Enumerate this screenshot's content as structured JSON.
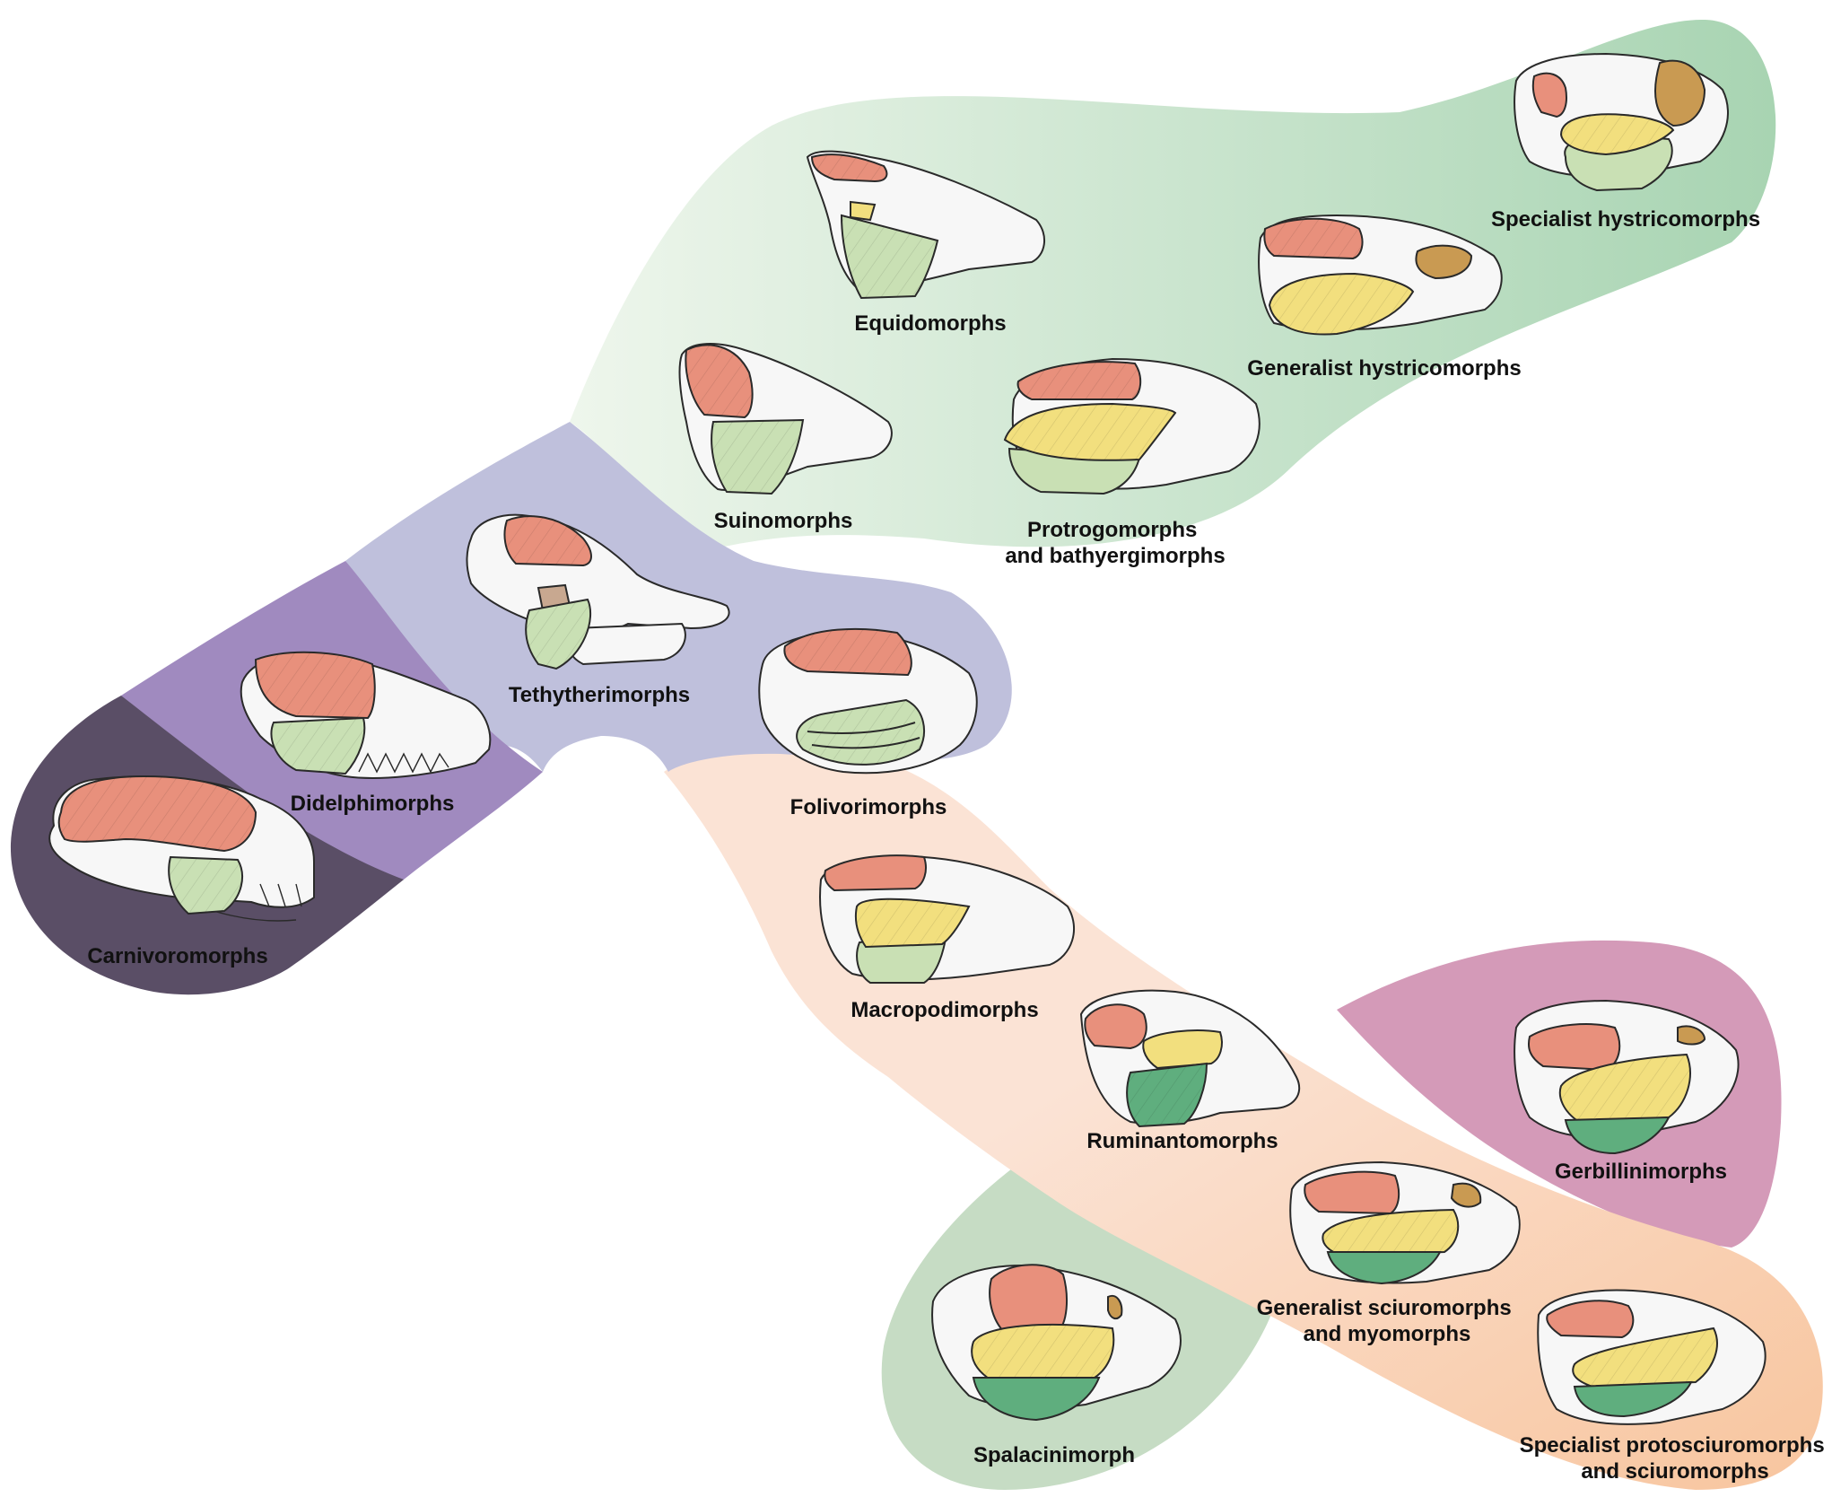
{
  "colors": {
    "carnivoromorph_region": "#5a4e66",
    "didelphimorph_region": "#a08abf",
    "tethytherimorph_region": "#bfc0dc",
    "equid_hystricomorph_region_light": "#eef6ec",
    "equid_hystricomorph_region_dark": "#a8d4b2",
    "macropodimorph_region": "#fbe3d5",
    "sciuromorph_region_dark": "#f8c59e",
    "gerbillinimorph_region": "#d49ab8",
    "spalacinimorph_region": "#c6dcc4",
    "temporalis": "#e8907c",
    "superficial_masseter": "#c9e0b4",
    "deep_masseter": "#f2df7e",
    "zygomaticomandibularis": "#5fae7e",
    "infraorbital_muscle": "#c99a52",
    "skull": "#f7f7f7"
  },
  "groups": [
    {
      "id": "carnivoromorphs",
      "label": [
        "Carnivoromorphs"
      ]
    },
    {
      "id": "didelphimorphs",
      "label": [
        "Didelphimorphs"
      ]
    },
    {
      "id": "tethytherimorphs",
      "label": [
        "Tethytherimorphs"
      ]
    },
    {
      "id": "folivorimorphs",
      "label": [
        "Folivorimorphs"
      ]
    },
    {
      "id": "suinomorphs",
      "label": [
        "Suinomorphs"
      ]
    },
    {
      "id": "equidomorphs",
      "label": [
        "Equidomorphs"
      ]
    },
    {
      "id": "protrogomorphs",
      "label": [
        "Protrogomorphs",
        "and bathyergimorphs"
      ]
    },
    {
      "id": "generalist-hystricomorphs",
      "label": [
        "Generalist hystricomorphs"
      ]
    },
    {
      "id": "specialist-hystricomorphs",
      "label": [
        "Specialist hystricomorphs"
      ]
    },
    {
      "id": "macropodimorphs",
      "label": [
        "Macropodimorphs"
      ]
    },
    {
      "id": "ruminantomorphs",
      "label": [
        "Ruminantomorphs"
      ]
    },
    {
      "id": "gerbillinimorphs",
      "label": [
        "Gerbillinimorphs"
      ]
    },
    {
      "id": "generalist-sciuromorphs",
      "label": [
        "Generalist sciuromorphs",
        "and myomorphs"
      ]
    },
    {
      "id": "spalacinimorph",
      "label": [
        "Spalacinimorph"
      ]
    },
    {
      "id": "specialist-protosciuromorphs",
      "label": [
        "Specialist protosciuromorphs",
        "and sciuromorphs"
      ]
    }
  ]
}
